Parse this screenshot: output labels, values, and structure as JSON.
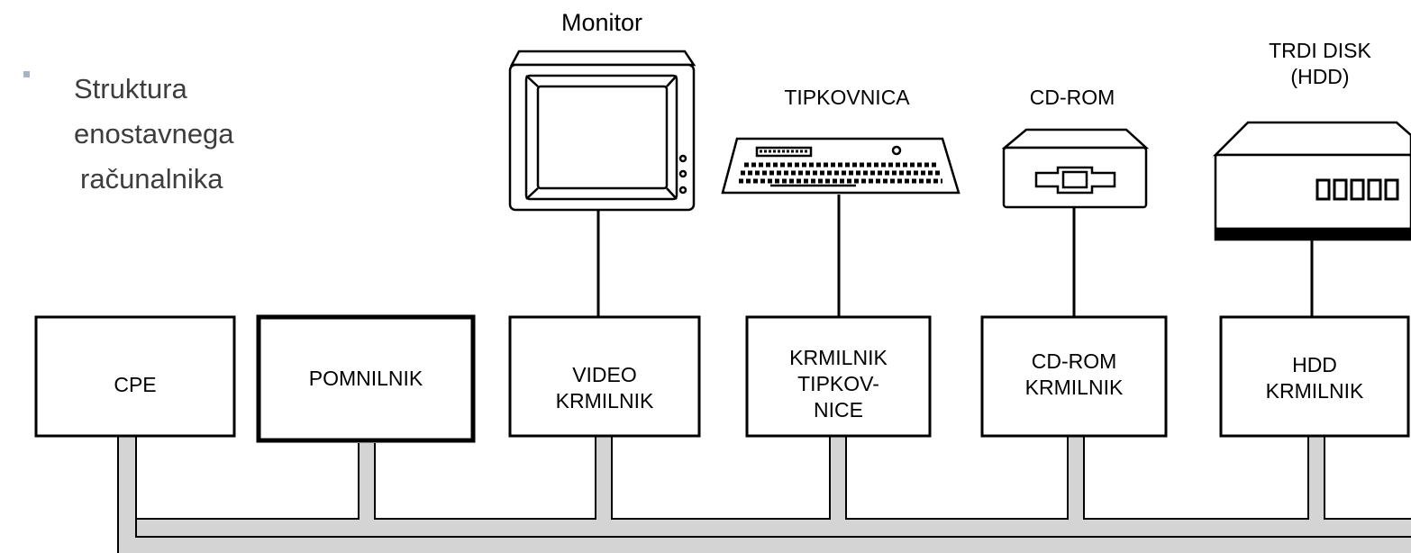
{
  "bullet": {
    "line1": "Struktura enostavnega",
    "line2": "računalnika"
  },
  "devices": {
    "monitor": "Monitor",
    "keyboard": "TIPKOVNICA",
    "cdrom": "CD-ROM",
    "hdd_line1": "TRDI DISK",
    "hdd_line2": "(HDD)"
  },
  "boxes": {
    "cpe": "CPE",
    "memory": "POMNILNIK",
    "video": [
      "VIDEO",
      "KRMILNIK"
    ],
    "keyboard_ctrl": [
      "KRMILNIK",
      "TIPKOV-",
      "NICE"
    ],
    "cdrom_ctrl": [
      "CD-ROM",
      "KRMILNIK"
    ],
    "hdd_ctrl": [
      "HDD",
      "KRMILNIK"
    ]
  },
  "colors": {
    "bus_fill": "#d4d4d4",
    "bullet": "#a9b3c4",
    "text": "#3d3d3d"
  }
}
